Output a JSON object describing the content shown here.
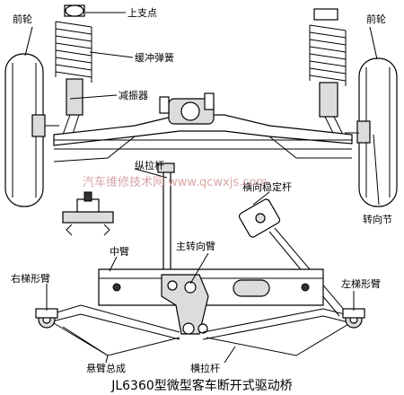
{
  "labels": {
    "upper_mount": "上支点",
    "front_wheel_left": "前轮",
    "front_wheel_right": "前轮",
    "buffer_spring": "缓冲弹簧",
    "shock_absorber": "减振器",
    "drag_link": "纵拉杆",
    "stabilizer_bar": "横向稳定杆",
    "steering_knuckle": "转向节",
    "middle_arm": "中臂",
    "pitman_arm": "主转向臂",
    "right_trapezoid_arm": "右梯形臂",
    "left_trapezoid_arm": "左梯形臂",
    "suspension_arm_assembly": "悬臂总成",
    "tie_rod": "横拉杆"
  },
  "watermark": "汽车维修技术网 www.qcwxjs.com",
  "caption": "JL6360型微型客车断开式驱动桥"
}
